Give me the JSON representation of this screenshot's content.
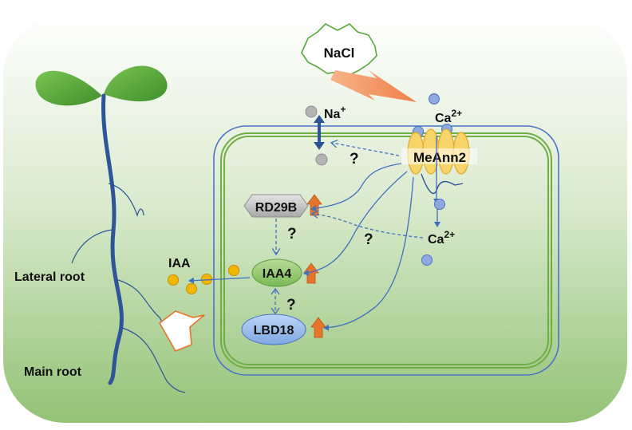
{
  "labels": {
    "stress": "NaCl",
    "protein": "MeAnn2",
    "na_ion": "Na",
    "na_charge": "+",
    "ca_ion_top": "Ca",
    "ca_charge_top": "2+",
    "ca_ion_inner": "Ca",
    "ca_charge_inner": "2+",
    "gene_rd29b": "RD29B",
    "gene_iaa4": "IAA4",
    "gene_lbd18": "LBD18",
    "hormone": "IAA",
    "lateral_root": "Lateral root",
    "main_root": "Main root",
    "unknown_1": "?",
    "unknown_2": "?",
    "unknown_3": "?",
    "unknown_4": "?"
  },
  "colors": {
    "background_top": "#ffffff",
    "background_bottom": "#8fbf72",
    "cell_wall": "#6fae45",
    "membrane": "#4a74c9",
    "arrow": "#3f6fbf",
    "upregulation_arrow": "#e6742b",
    "ion_ca": "#8fa9de",
    "ion_na": "#b4b4b4",
    "auxin": "#f2b705",
    "leaf": "#5aa83a",
    "stem": "#2e5597",
    "protein": "#f7d56b"
  }
}
